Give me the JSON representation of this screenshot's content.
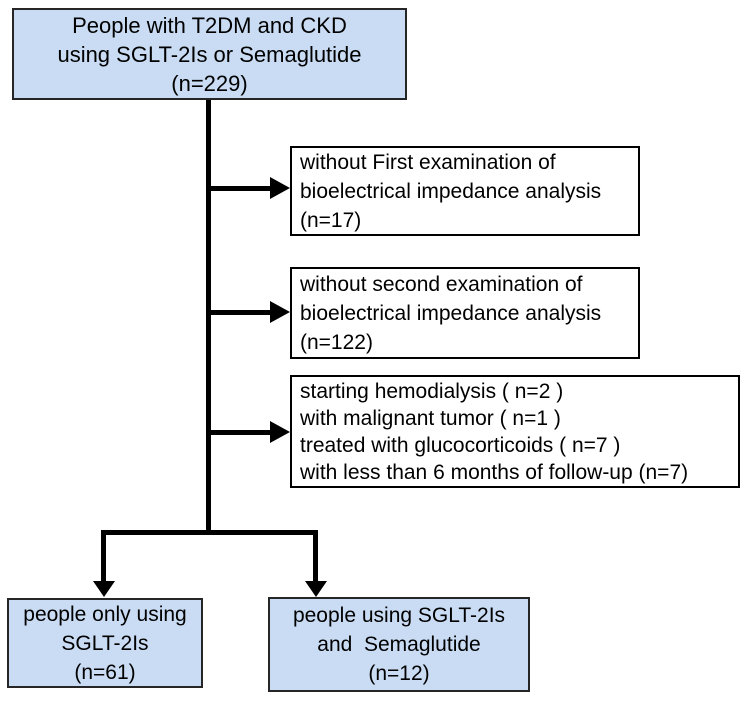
{
  "flowchart": {
    "top_box": {
      "lines": [
        "People with T2DM and CKD",
        "using SGLT-2Is or Semaglutide",
        "(n=229)"
      ]
    },
    "exclusion_boxes": [
      {
        "lines": [
          "without First examination of",
          "bioelectrical impedance analysis",
          "(n=17)"
        ]
      },
      {
        "lines": [
          "without second examination of",
          "bioelectrical impedance analysis",
          "(n=122)"
        ]
      },
      {
        "lines": [
          "starting hemodialysis ( n=2 )",
          "with malignant tumor ( n=1 )",
          "treated with glucocorticoids ( n=7 )",
          "with less than 6 months of follow-up (n=7)"
        ]
      }
    ],
    "bottom_boxes": [
      {
        "lines": [
          "people only using",
          "SGLT-2Is",
          "(n=61)"
        ]
      },
      {
        "lines": [
          "people using SGLT-2Is",
          "and  Semaglutide",
          "(n=12)"
        ]
      }
    ],
    "colors": {
      "box_fill": "#c9dcf3",
      "box_border": "#262626",
      "line": "#000000"
    }
  }
}
